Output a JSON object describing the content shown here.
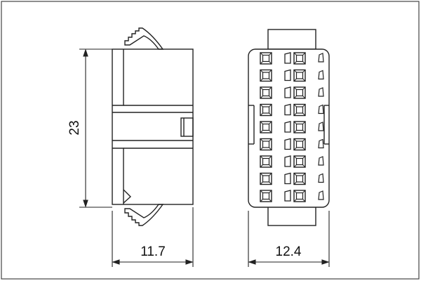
{
  "drawing": {
    "side_view_height": "23",
    "side_view_width": "11.7",
    "front_view_width": "12.4"
  },
  "front_view": {
    "rows": 9
  },
  "colors": {
    "line": "#222222",
    "frame": "#444444",
    "background": "#ffffff"
  }
}
